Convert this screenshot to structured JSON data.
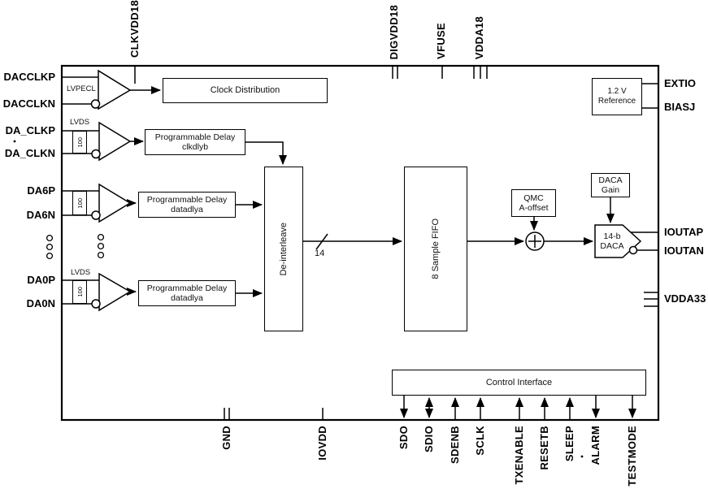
{
  "pins": {
    "left": [
      {
        "label": "DACCLKP"
      },
      {
        "label": "DACCLKN"
      },
      {
        "label": "DA_CLKP"
      },
      {
        "label": "DA_CLKN"
      },
      {
        "label": "DA6P"
      },
      {
        "label": "DA6N"
      },
      {
        "label": "DA0P"
      },
      {
        "label": "DA0N"
      }
    ],
    "top": [
      {
        "label": "CLKVDD18"
      },
      {
        "label": "DIGVDD18"
      },
      {
        "label": "VFUSE"
      },
      {
        "label": "VDDA18"
      }
    ],
    "right": [
      {
        "label": "EXTIO"
      },
      {
        "label": "BIASJ"
      },
      {
        "label": "IOUTAP"
      },
      {
        "label": "IOUTAN"
      },
      {
        "label": "VDDA33"
      }
    ],
    "bottom": [
      {
        "label": "GND"
      },
      {
        "label": "IOVDD"
      },
      {
        "label": "SDO"
      },
      {
        "label": "SDIO"
      },
      {
        "label": "SDENB"
      },
      {
        "label": "SCLK"
      },
      {
        "label": "TXENABLE"
      },
      {
        "label": "RESETB"
      },
      {
        "label": "SLEEP"
      },
      {
        "label": "ALARM"
      },
      {
        "label": "TESTMODE"
      }
    ]
  },
  "blocks": {
    "clock_distribution": "Clock Distribution",
    "prog_delay_clk": {
      "line1": "Programmable Delay",
      "line2": "clkdlyb"
    },
    "prog_delay_data6": {
      "line1": "Programmable Delay",
      "line2": "datadlya"
    },
    "prog_delay_data0": {
      "line1": "Programmable Delay",
      "line2": "datadlya"
    },
    "deinterleave": "De-interleave",
    "fifo": "8 Sample FIFO",
    "qmc_offset": {
      "line1": "QMC",
      "line2": "A-offset"
    },
    "daca_gain": {
      "line1": "DACA",
      "line2": "Gain"
    },
    "reference": {
      "line1": "1.2 V",
      "line2": "Reference"
    },
    "daca": {
      "line1": "14-b",
      "line2": "DACA"
    },
    "control_interface": "Control Interface"
  },
  "annotations": {
    "lvpecl": "LVPECL",
    "lvds_clk": "LVDS",
    "lvds_data": "LVDS",
    "termination_clk": "100",
    "termination_data6": "100",
    "termination_data0": "100",
    "bus_width": "14"
  },
  "colors": {
    "line": "#000000",
    "background": "#ffffff"
  }
}
